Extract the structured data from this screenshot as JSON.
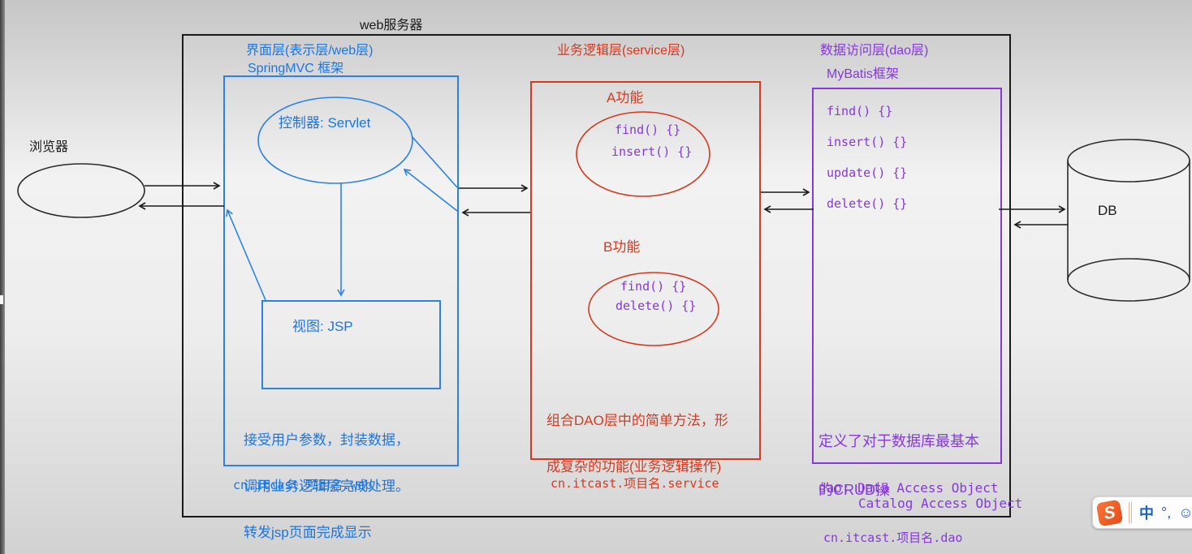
{
  "window": {
    "top_label": "web服务器"
  },
  "browser": {
    "label": "浏览器"
  },
  "colors": {
    "web_layer": "#1b76e0",
    "service_layer": "#d43a20",
    "dao_layer": "#8638da",
    "outline": "#1a1a1a"
  },
  "web_layer": {
    "title": "界面层(表示层/web层)",
    "subtitle": "SpringMVC 框架",
    "controller_label": "控制器: Servlet",
    "view_label": "视图: JSP",
    "description_lines": [
      "接受用户参数，封装数据，",
      "调用业务逻辑层完成处理。",
      "转发jsp页面完成显示"
    ],
    "package": "cn.itcast.项目名.web"
  },
  "service_layer": {
    "title": "业务逻辑层(service层)",
    "feature_a": {
      "label": "A功能",
      "methods": [
        "find() {}",
        "insert() {}"
      ]
    },
    "feature_b": {
      "label": "B功能",
      "methods": [
        "find() {}",
        "delete() {}"
      ]
    },
    "description_lines": [
      "组合DAO层中的简单方法，形",
      "成复杂的功能(业务逻辑操作)"
    ],
    "package": "cn.itcast.项目名.service"
  },
  "dao_layer": {
    "title": "数据访问层(dao层)",
    "subtitle": "MyBatis框架",
    "methods": [
      "find() {}",
      "insert() {}",
      "update() {}",
      "delete() {}"
    ],
    "description_lines": [
      "定义了对于数据库最基本",
      "的CRUD操"
    ],
    "note_lines": [
      "dao: Data Access Object",
      "Catalog Access Object"
    ],
    "package": "cn.itcast.项目名.dao"
  },
  "database": {
    "label": "DB"
  },
  "ime_bar": {
    "logo": "S",
    "lang_button": "中",
    "punct_button": "°,",
    "emoji_button": "☺"
  }
}
